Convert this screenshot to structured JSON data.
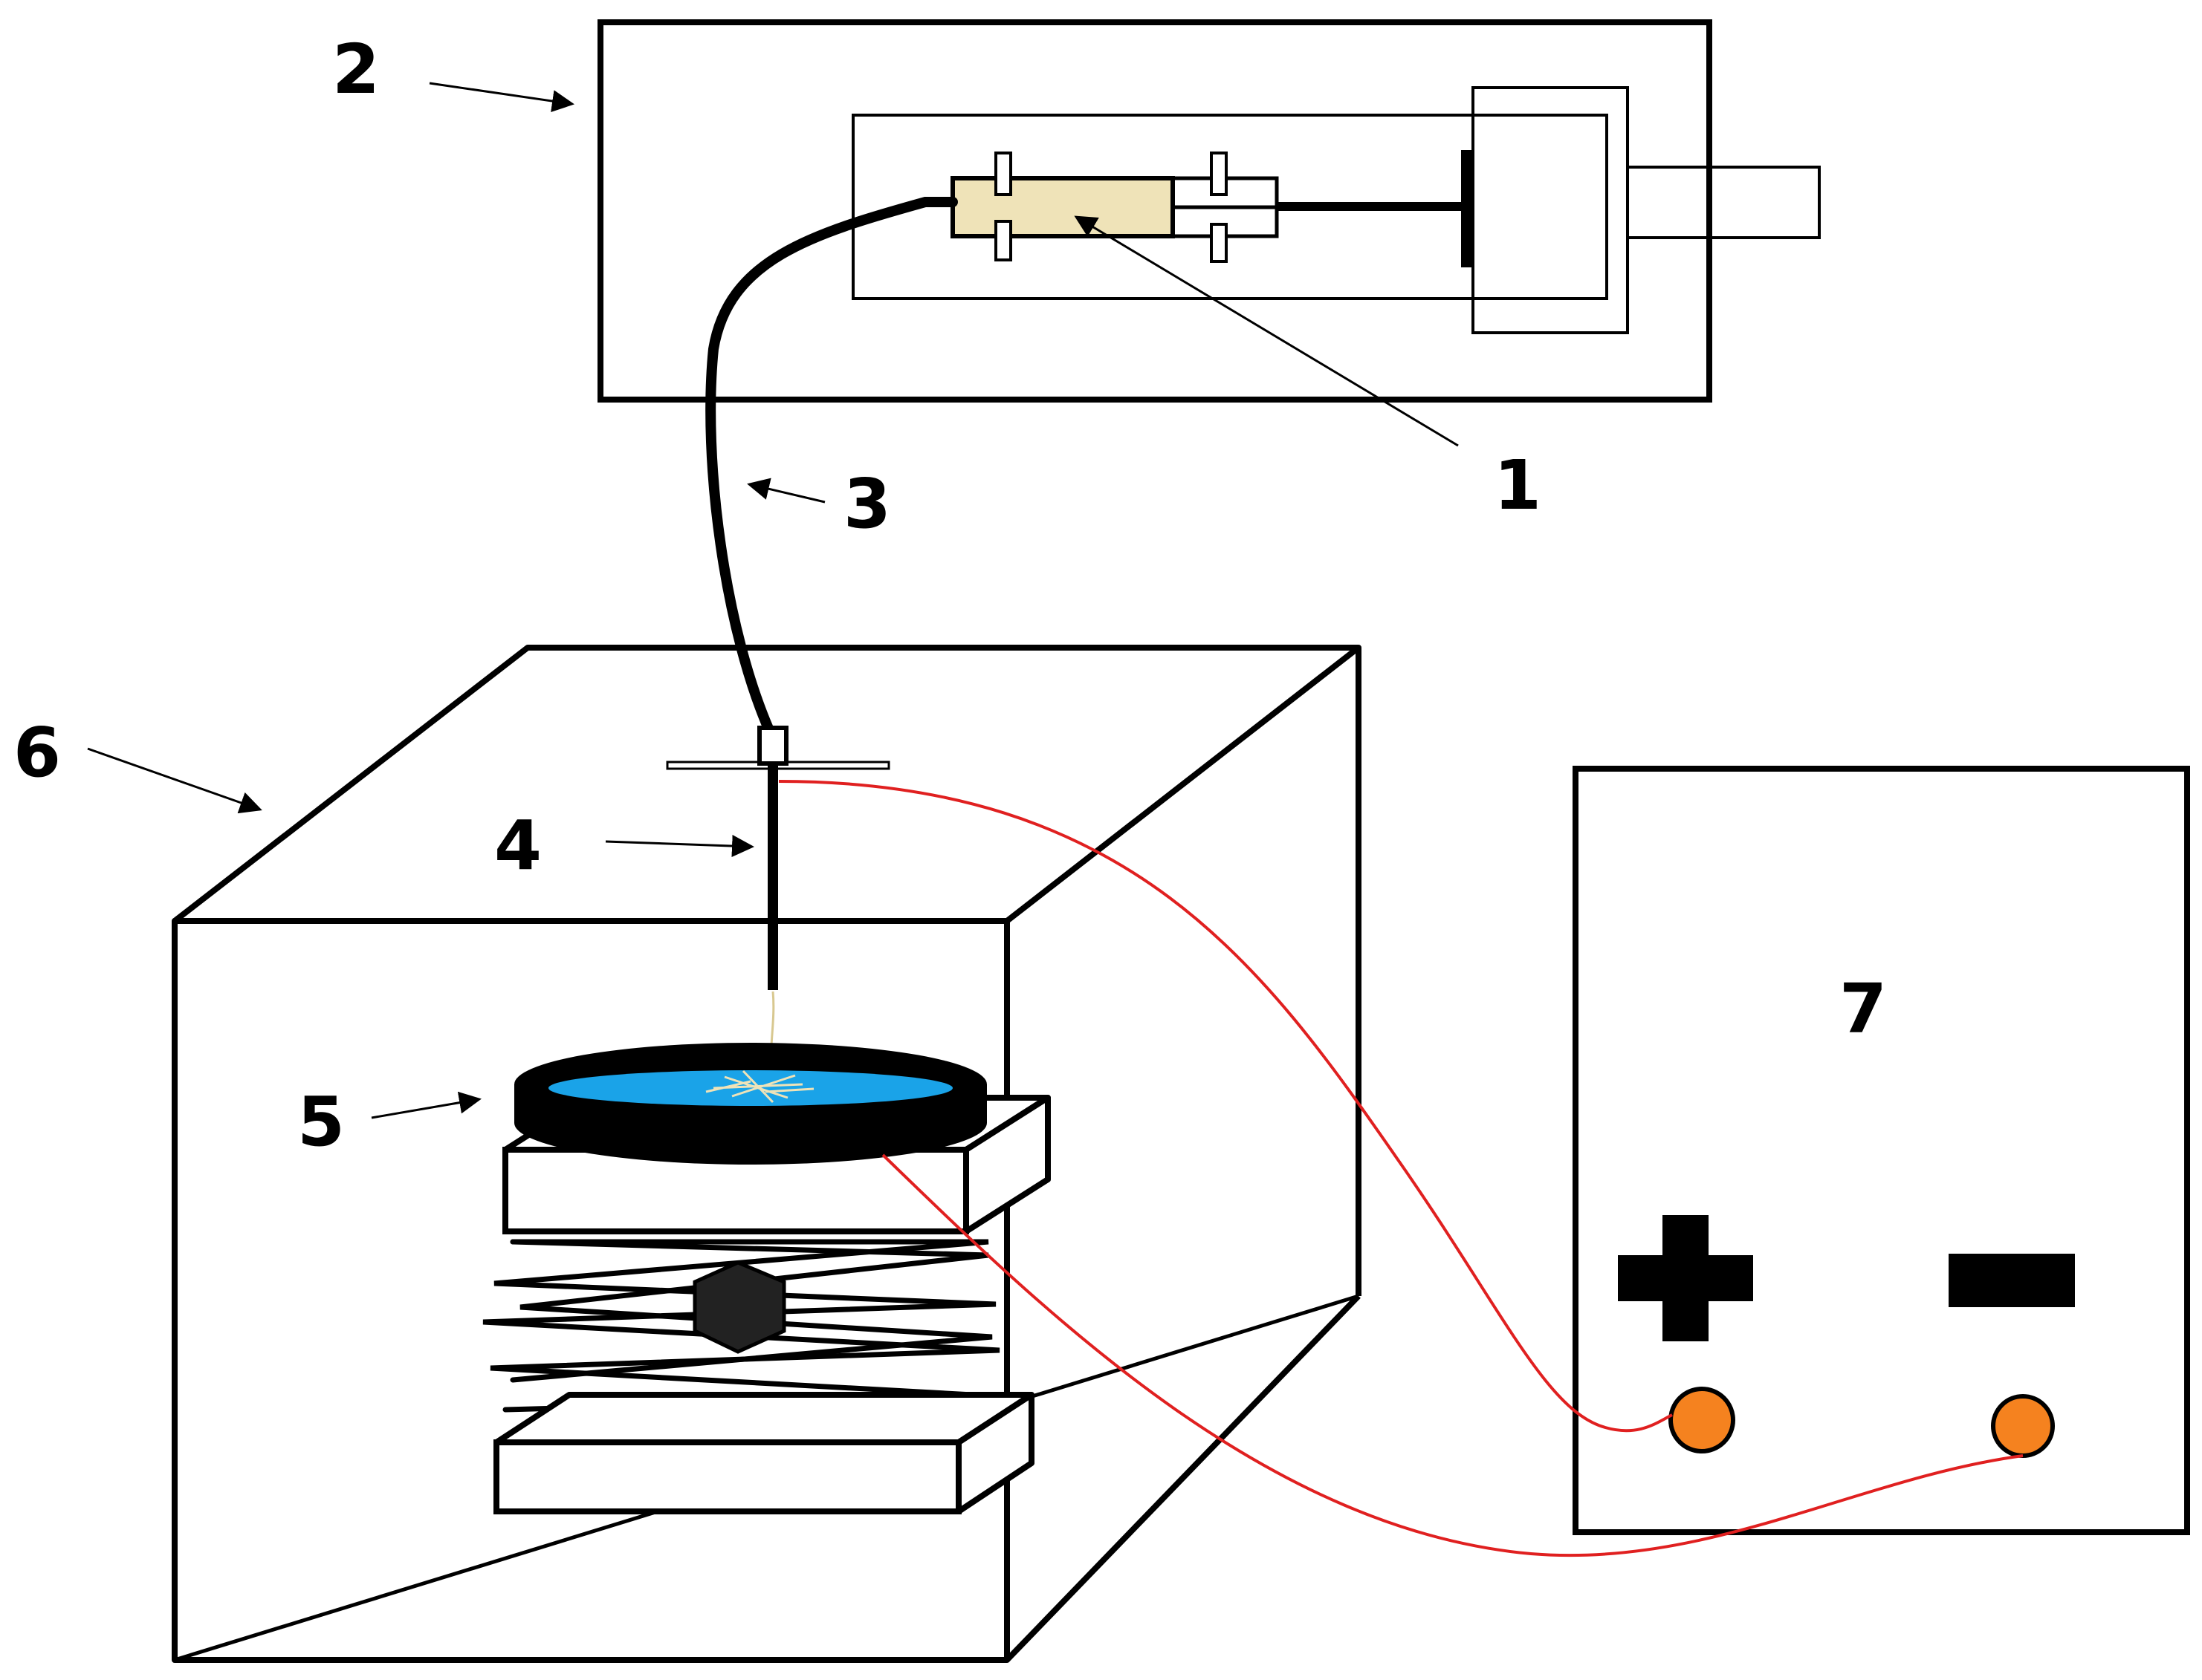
{
  "callouts": {
    "c1": "1",
    "c2": "2",
    "c3": "3",
    "c4": "4",
    "c5": "5",
    "c6": "6",
    "c7": "7"
  },
  "icons": {
    "plus": "plus-sign-icon",
    "minus": "minus-sign-icon"
  },
  "colors": {
    "line": "#000000",
    "wire": "#e02020",
    "terminal": "#f5821f",
    "syringe_fill": "#efe3b8",
    "solution": "#1aa3e8"
  }
}
